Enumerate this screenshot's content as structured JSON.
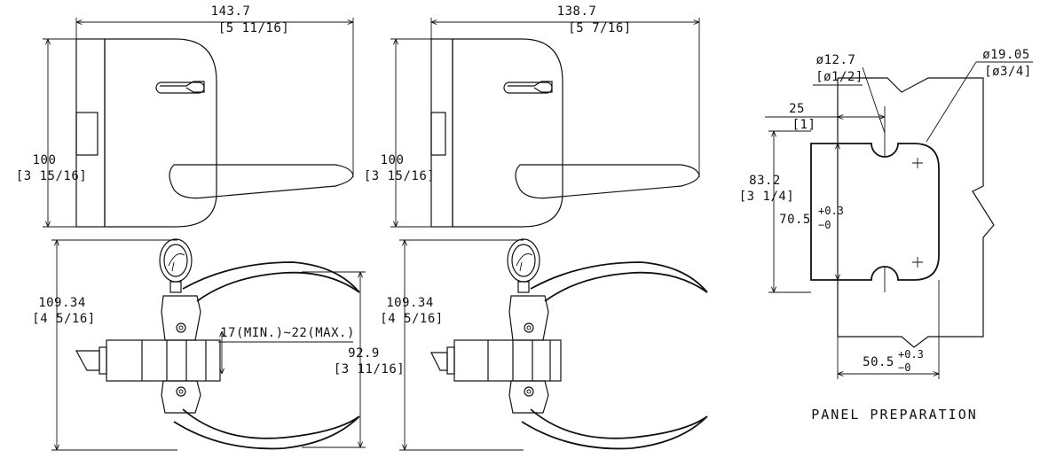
{
  "drawing": {
    "view1": {
      "width_mm": "143.7",
      "width_in": "[5  11/16]",
      "height_mm": "100",
      "height_in": "[3  15/16]"
    },
    "view2": {
      "width_mm": "138.7",
      "width_in": "[5  7/16]",
      "height_mm": "100",
      "height_in": "[3  15/16]"
    },
    "view3": {
      "overall_height_mm": "109.34",
      "overall_height_in": "[4  5/16]",
      "thickness_range": "17(MIN.)~22(MAX.)",
      "inner_height_mm": "92.9",
      "inner_height_in": "[3  11/16]"
    },
    "view4": {
      "overall_height_mm": "109.34",
      "overall_height_in": "[4  5/16]"
    },
    "panel": {
      "hole_small_dia": "ø12.7",
      "hole_small_dia_in": "[ø1/2]",
      "hole_large_dia": "ø19.05",
      "hole_large_dia_in": "[ø3/4]",
      "edge_offset_mm": "25",
      "edge_offset_in": "[1]",
      "cutout_height_mm": "83.2",
      "cutout_height_in": "[3  1/4]",
      "hole_spacing_mm": "70.5",
      "hole_spacing_tol_plus": "+0.3",
      "hole_spacing_tol_minus": "−0",
      "cutout_width_mm": "50.5",
      "cutout_width_tol_plus": "+0.3",
      "cutout_width_tol_minus": "−0",
      "caption": "PANEL PREPARATION"
    }
  }
}
